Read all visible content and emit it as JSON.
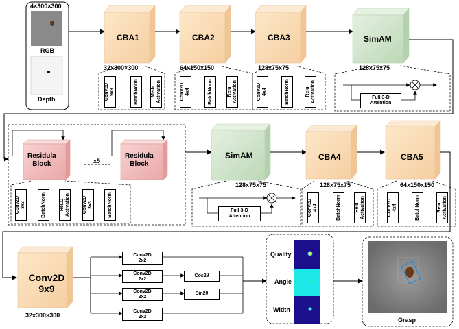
{
  "input": {
    "size": "4×300×300",
    "rgb_label": "RGB",
    "depth_label": "Depth"
  },
  "stage1": {
    "cba1": {
      "title": "CBA1",
      "dims": "32x300×300",
      "layers": [
        "Conv2D\n9x9",
        "BatchNorm",
        "Mish\nActivation"
      ]
    },
    "cba2": {
      "title": "CBA2",
      "dims": "64x150x150",
      "layers": [
        "Conv2D\n4x4",
        "BatchNorm",
        "Relu\nActivation"
      ]
    },
    "cba3": {
      "title": "CBA3",
      "dims": "128x75x75",
      "layers": [
        "Conv2D\n4x4",
        "BatchNorm",
        "Relu\nActivation"
      ]
    },
    "simam": {
      "title": "SimAM",
      "dims": "128x75x75",
      "attention": "Full 3-D\nAttention"
    }
  },
  "stage2": {
    "residual_title": "Residula\nBlock",
    "repeat": "x5",
    "res_layers": [
      "Conv2D\n3x3",
      "BatchNorm",
      "ReLU\nActivation",
      "Conv2D\n3x3",
      "BatchNorm"
    ],
    "simam": {
      "title": "SimAM",
      "dims": "128x75x75",
      "attention": "Full 3-D\nAttention"
    },
    "cba4": {
      "title": "CBA4",
      "dims": "128x75x75",
      "layers": [
        "Conv2D\n4x4",
        "BatchNorm",
        "Relu\nActivation"
      ]
    },
    "cba5": {
      "title": "CBA5",
      "dims": "64x150x150",
      "layers": [
        "Conv2D\n4x4",
        "BatchNorm",
        "Relu\nActivation"
      ]
    }
  },
  "stage3": {
    "conv": {
      "title": "Conv2D\n9x9",
      "dims": "32x300×300"
    },
    "heads": [
      "Conv2D\n2x2",
      "Conv2D\n2x2",
      "Conv2D\n2x2",
      "Conv2D\n2x2"
    ],
    "cos_label": "Cos2θ",
    "sin_label": "Sin2θ",
    "outputs": [
      "Quality",
      "Angle",
      "Width"
    ],
    "grasp_label": "Grasp"
  },
  "colors": {
    "cba": "#f9dfbf",
    "simam": "#d3e8d1",
    "residual": "#f4c4c4",
    "map_dark": "#1b0f8c",
    "map_cyan": "#1de8e8"
  }
}
